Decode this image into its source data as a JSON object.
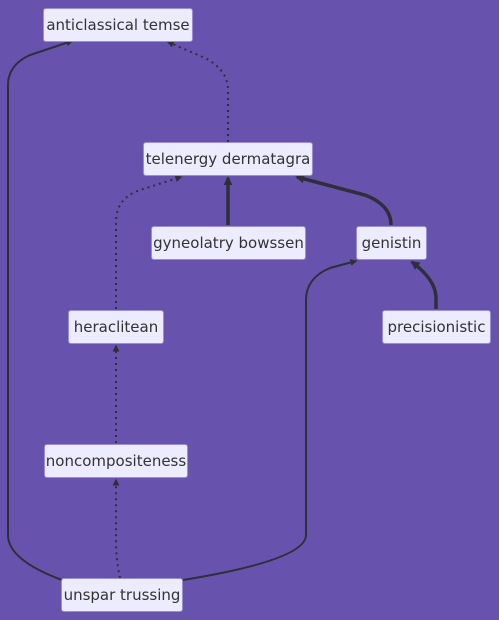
{
  "nodes": [
    {
      "id": "anticlassical_temse",
      "label": "anticlassical temse"
    },
    {
      "id": "telenergy_dermatagra",
      "label": "telenergy dermatagra"
    },
    {
      "id": "gyneolatry_bowssen",
      "label": "gyneolatry bowssen"
    },
    {
      "id": "genistin",
      "label": "genistin"
    },
    {
      "id": "heraclitean",
      "label": "heraclitean"
    },
    {
      "id": "precisionistic",
      "label": "precisionistic"
    },
    {
      "id": "noncompositeness",
      "label": "noncompositeness"
    },
    {
      "id": "unspar_trussing",
      "label": "unspar trussing"
    }
  ],
  "edges": [
    {
      "from": "telenergy_dermatagra",
      "to": "anticlassical_temse",
      "style": "dotted"
    },
    {
      "from": "unspar_trussing",
      "to": "anticlassical_temse",
      "style": "solid"
    },
    {
      "from": "gyneolatry_bowssen",
      "to": "telenergy_dermatagra",
      "style": "thick"
    },
    {
      "from": "genistin",
      "to": "telenergy_dermatagra",
      "style": "thick"
    },
    {
      "from": "heraclitean",
      "to": "telenergy_dermatagra",
      "style": "dotted"
    },
    {
      "from": "precisionistic",
      "to": "genistin",
      "style": "thick"
    },
    {
      "from": "unspar_trussing",
      "to": "genistin",
      "style": "solid"
    },
    {
      "from": "noncompositeness",
      "to": "heraclitean",
      "style": "dotted"
    },
    {
      "from": "unspar_trussing",
      "to": "noncompositeness",
      "style": "dotted"
    }
  ],
  "colors": {
    "background": "#6753ad",
    "node_fill": "#ececfe",
    "node_border": "#9a8fd7",
    "edge": "#2f2f3a",
    "text": "#333333"
  }
}
